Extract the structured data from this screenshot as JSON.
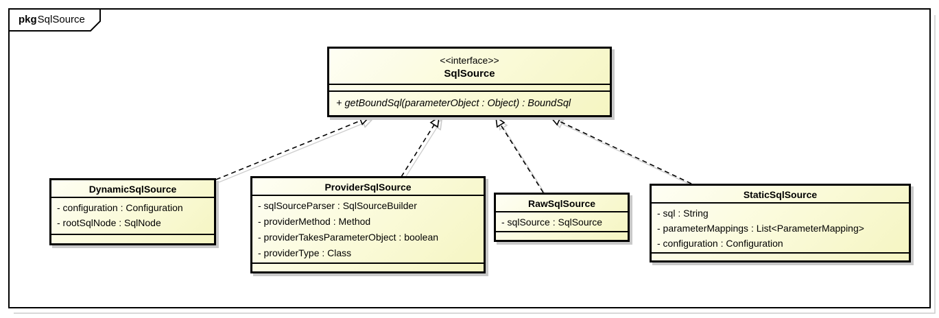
{
  "package": {
    "keyword": "pkg",
    "name": "SqlSource"
  },
  "interface": {
    "stereotype": "<<interface>>",
    "name": "SqlSource",
    "operations": [
      "+ getBoundSql(parameterObject : Object) : BoundSql"
    ]
  },
  "classes": [
    {
      "name": "DynamicSqlSource",
      "attributes": [
        "- configuration : Configuration",
        "- rootSqlNode : SqlNode"
      ]
    },
    {
      "name": "ProviderSqlSource",
      "attributes": [
        "- sqlSourceParser : SqlSourceBuilder",
        "- providerMethod : Method",
        "- providerTakesParameterObject : boolean",
        "- providerType : Class"
      ]
    },
    {
      "name": "RawSqlSource",
      "attributes": [
        "- sqlSource : SqlSource"
      ]
    },
    {
      "name": "StaticSqlSource",
      "attributes": [
        "- sql : String",
        "- parameterMappings : List<ParameterMapping>",
        "- configuration : Configuration"
      ]
    }
  ],
  "relationships": [
    {
      "from": "DynamicSqlSource",
      "to": "SqlSource",
      "type": "realization"
    },
    {
      "from": "ProviderSqlSource",
      "to": "SqlSource",
      "type": "realization"
    },
    {
      "from": "RawSqlSource",
      "to": "SqlSource",
      "type": "realization"
    },
    {
      "from": "StaticSqlSource",
      "to": "SqlSource",
      "type": "realization"
    }
  ],
  "colors": {
    "box_fill_light": "#fefef4",
    "box_fill_dark": "#f5f5c2",
    "border": "#000000",
    "shadow": "#c9c9c9",
    "background": "#ffffff"
  }
}
